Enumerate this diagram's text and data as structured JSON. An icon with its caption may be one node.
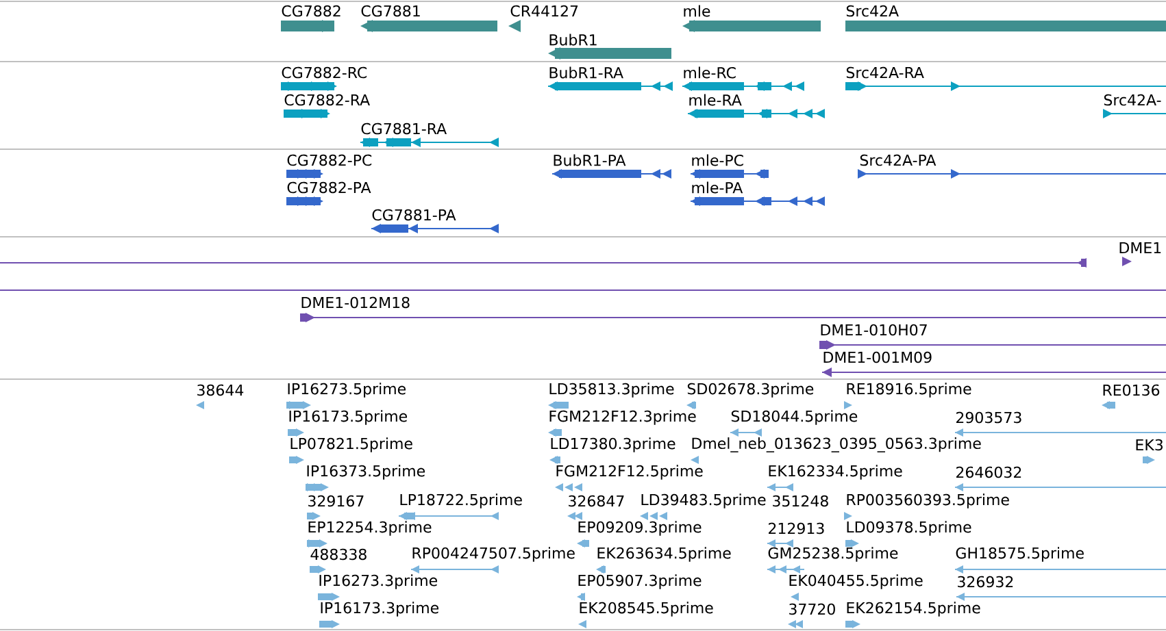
{
  "diagram": {
    "nodes": [
      {
        "text": [
          "CG7882"
        ]
      },
      {
        "text": [
          "CG7881"
        ]
      },
      {
        "text": [
          "CR44127"
        ]
      },
      {
        "text": [
          "BubR1"
        ]
      },
      {
        "text": [
          "mle"
        ]
      },
      {
        "text": [
          "Src42A"
        ]
      },
      {
        "text": [
          "CG7882-RC"
        ]
      },
      {
        "text": [
          "CG7882-RA"
        ]
      },
      {
        "text": [
          "CG7881-RA"
        ]
      },
      {
        "text": [
          "BubR1-RA"
        ]
      },
      {
        "text": [
          "mle-RC"
        ]
      },
      {
        "text": [
          "mle-RA"
        ]
      },
      {
        "text": [
          "Src42A-RA"
        ]
      },
      {
        "text": [
          "Src42A-"
        ]
      },
      {
        "text": [
          "CG7882-PC"
        ]
      },
      {
        "text": [
          "CG7882-PA"
        ]
      },
      {
        "text": [
          "CG7881-PA"
        ]
      },
      {
        "text": [
          "BubR1-PA"
        ]
      },
      {
        "text": [
          "mle-PC"
        ]
      },
      {
        "text": [
          "mle-PA"
        ]
      },
      {
        "text": [
          "Src42A-PA"
        ]
      },
      {
        "text": [],
        "shape": "bar"
      },
      {
        "text": [
          "DME1"
        ]
      },
      {
        "text": [],
        "shape": "bar"
      },
      {
        "text": [
          "DME1-012M18"
        ]
      },
      {
        "text": [
          "DME1-010H07"
        ]
      },
      {
        "text": [
          "DME1-001M09"
        ]
      },
      {
        "text": [
          "38644"
        ]
      },
      {
        "text": [
          "IP16273.5prime"
        ]
      },
      {
        "text": [
          "IP16173.5prime"
        ]
      },
      {
        "text": [
          "LP07821.5prime"
        ]
      },
      {
        "text": [
          "IP16373.5prime"
        ]
      },
      {
        "text": [
          "329167"
        ]
      },
      {
        "text": [
          "LP18722.5prime"
        ]
      },
      {
        "text": [
          "EP12254.3prime"
        ]
      },
      {
        "text": [
          "488338"
        ]
      },
      {
        "text": [
          "RP004247507.5prime"
        ]
      },
      {
        "text": [
          "IP16273.3prime"
        ]
      },
      {
        "text": [
          "IP16173.3prime"
        ]
      },
      {
        "text": [
          "LD35813.3prime"
        ]
      },
      {
        "text": [
          "SD02678.3prime"
        ]
      },
      {
        "text": [
          "FGM212F12.3prime"
        ]
      },
      {
        "text": [
          "SD18044.5prime"
        ]
      },
      {
        "text": [
          "LD17380.3prime"
        ]
      },
      {
        "text": [
          "Dmel_neb_013623_0395_0563.3prime"
        ]
      },
      {
        "text": [
          "FGM212F12.5prime"
        ]
      },
      {
        "text": [
          "EK162334.5prime"
        ]
      },
      {
        "text": [
          "326847"
        ]
      },
      {
        "text": [
          "LD39483.5prime"
        ]
      },
      {
        "text": [
          "351248"
        ]
      },
      {
        "text": [
          "RP003560393.5prime"
        ]
      },
      {
        "text": [
          "EP09209.3prime"
        ]
      },
      {
        "text": [
          "212913"
        ]
      },
      {
        "text": [
          "LD09378.5prime"
        ]
      },
      {
        "text": [
          "EK263634.5prime"
        ]
      },
      {
        "text": [
          "GM25238.5prime"
        ]
      },
      {
        "text": [
          "EP05907.3prime"
        ]
      },
      {
        "text": [
          "EK040455.5prime"
        ]
      },
      {
        "text": [
          "EK208545.5prime"
        ]
      },
      {
        "text": [
          "37720"
        ]
      },
      {
        "text": [
          "EK262154.5prime"
        ]
      },
      {
        "text": [
          "RE18916.5prime"
        ]
      },
      {
        "text": [
          "RE0136"
        ]
      },
      {
        "text": [
          "2903573"
        ]
      },
      {
        "text": [
          "EK3"
        ]
      },
      {
        "text": [
          "2646032"
        ]
      },
      {
        "text": [
          "GH18575.5prime"
        ]
      },
      {
        "text": [
          "326932"
        ]
      }
    ]
  }
}
